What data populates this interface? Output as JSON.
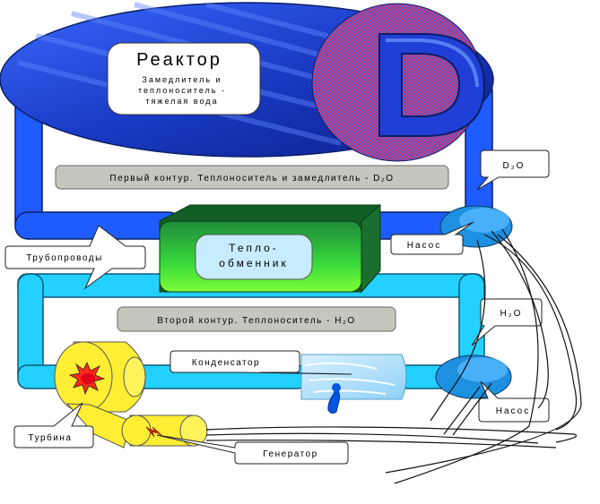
{
  "reactor": {
    "title": "Реактор",
    "line1": "Замедлитель и",
    "line2": "теплоноситель -",
    "line3": "тяжелая вода"
  },
  "primary_loop_label": "Первый контур. Теплоноситель и замедлитель - D₂O",
  "secondary_loop_label": "Второй контур. Теплоноситель - H₂O",
  "heat_exchanger": {
    "line1": "Тепло-",
    "line2": "обменник"
  },
  "callouts": {
    "d2o": "D₂O",
    "h2o": "H₂O",
    "pump_top": "Насос",
    "pump_bottom": "Насос",
    "pipelines": "Трубопроводы",
    "condenser": "Конденсатор",
    "turbine": "Турбина",
    "generator": "Генератор"
  },
  "logo_letter": "D",
  "colors": {
    "primary_pipe": "#1f5cff",
    "secondary_pipe": "#23d0ff",
    "reactor_body": "#1a3bc4",
    "turbine": "#ffee33",
    "heat_exchanger": "#2fd92f",
    "label_bar": "#c6c6be",
    "pump": "#1e90e0"
  },
  "icons": [
    "reactor-vessel-icon",
    "d-logo-icon",
    "pump-icon",
    "turbine-icon",
    "generator-icon",
    "condenser-icon",
    "heat-exchanger-icon"
  ]
}
